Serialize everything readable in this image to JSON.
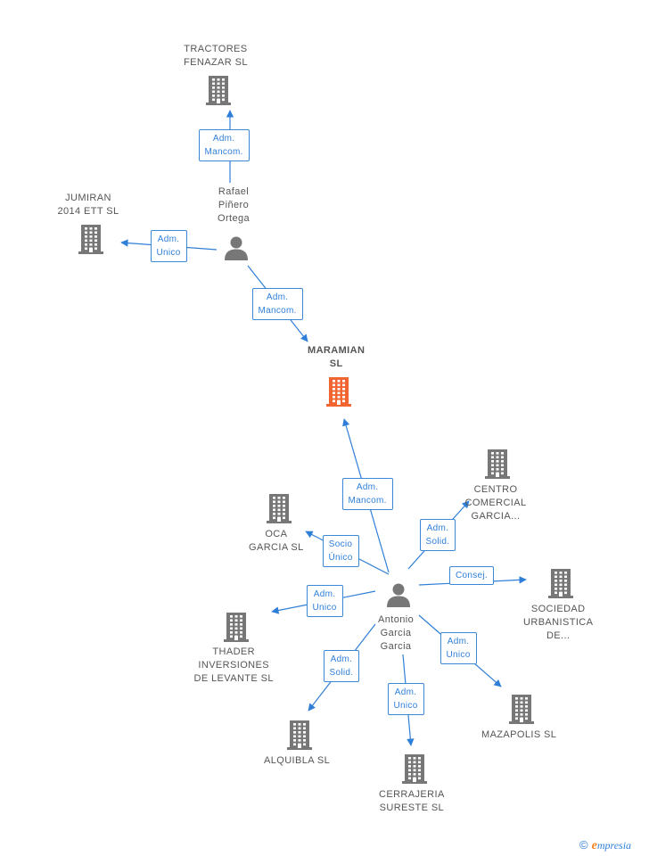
{
  "colors": {
    "company": "#777777",
    "focus_company": "#f26531",
    "person": "#777777",
    "edge": "#2f7fd8",
    "edge_label_text": "#2f7fd8",
    "node_label": "#555555"
  },
  "companies": [
    {
      "id": "tractores",
      "lines": [
        "TRACTORES",
        "FENAZAR  SL"
      ]
    },
    {
      "id": "jumiran",
      "lines": [
        "JUMIRAN",
        "2014 ETT  SL"
      ]
    },
    {
      "id": "maramian",
      "lines": [
        "MARAMIAN",
        "SL"
      ],
      "focus": true
    },
    {
      "id": "centro",
      "lines": [
        "CENTRO",
        "COMERCIAL",
        "GARCIA..."
      ]
    },
    {
      "id": "oca",
      "lines": [
        "OCA",
        "GARCIA  SL"
      ]
    },
    {
      "id": "sociedad",
      "lines": [
        "SOCIEDAD",
        "URBANISTICA",
        "DE..."
      ]
    },
    {
      "id": "thader",
      "lines": [
        "THADER",
        "INVERSIONES",
        "DE LEVANTE SL"
      ]
    },
    {
      "id": "mazapolis",
      "lines": [
        "MAZAPOLIS SL"
      ]
    },
    {
      "id": "alquibla",
      "lines": [
        "ALQUIBLA SL"
      ]
    },
    {
      "id": "cerrajeria",
      "lines": [
        "CERRAJERIA",
        "SURESTE SL"
      ]
    }
  ],
  "people": [
    {
      "id": "rafael",
      "lines": [
        "Rafael",
        "Piñero",
        "Ortega"
      ]
    },
    {
      "id": "antonio",
      "lines": [
        "Antonio",
        "Garcia",
        "Garcia"
      ]
    }
  ],
  "relations": [
    {
      "id": "r1",
      "from": "rafael",
      "to": "tractores",
      "lines": [
        "Adm.",
        "Mancom."
      ]
    },
    {
      "id": "r2",
      "from": "rafael",
      "to": "jumiran",
      "lines": [
        "Adm.",
        "Unico"
      ]
    },
    {
      "id": "r3",
      "from": "rafael",
      "to": "maramian",
      "lines": [
        "Adm.",
        "Mancom."
      ]
    },
    {
      "id": "r4",
      "from": "antonio",
      "to": "maramian",
      "lines": [
        "Adm.",
        "Mancom."
      ]
    },
    {
      "id": "r5",
      "from": "antonio",
      "to": "centro",
      "lines": [
        "Adm.",
        "Solid."
      ]
    },
    {
      "id": "r6",
      "from": "antonio",
      "to": "oca",
      "lines": [
        "Socio",
        "Único"
      ]
    },
    {
      "id": "r7",
      "from": "antonio",
      "to": "sociedad",
      "lines": [
        "Consej."
      ]
    },
    {
      "id": "r8",
      "from": "antonio",
      "to": "thader",
      "lines": [
        "Adm.",
        "Unico"
      ]
    },
    {
      "id": "r9",
      "from": "antonio",
      "to": "mazapolis",
      "lines": [
        "Adm.",
        "Unico"
      ]
    },
    {
      "id": "r10",
      "from": "antonio",
      "to": "alquibla",
      "lines": [
        "Adm.",
        "Solid."
      ]
    },
    {
      "id": "r11",
      "from": "antonio",
      "to": "cerrajeria",
      "lines": [
        "Adm.",
        "Unico"
      ]
    }
  ],
  "footer": {
    "copyright": "©",
    "brand_initial": "e",
    "brand_rest": "mpresia"
  }
}
